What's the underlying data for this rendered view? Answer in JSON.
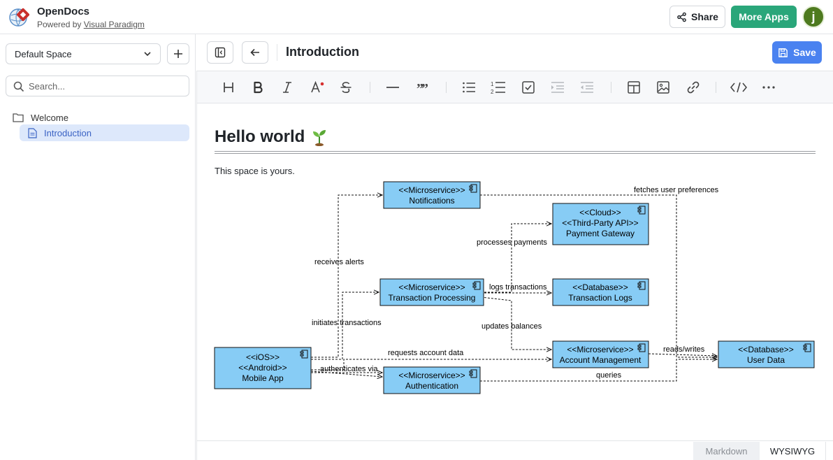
{
  "header": {
    "app_name": "OpenDocs",
    "powered_prefix": "Powered by ",
    "powered_link": "Visual Paradigm",
    "share_label": "Share",
    "more_apps_label": "More Apps",
    "avatar_initial": "j",
    "accent_green": "#2aa67a",
    "avatar_color": "#4e7a1f"
  },
  "sidebar": {
    "space_select": "Default Space",
    "search_placeholder": "Search...",
    "tree": [
      {
        "label": "Welcome",
        "type": "folder"
      },
      {
        "label": "Introduction",
        "type": "document",
        "selected": true
      }
    ]
  },
  "editor": {
    "title": "Introduction",
    "save_label": "Save",
    "save_color": "#4a82f0",
    "toolbar_icons": [
      "heading-icon",
      "bold-icon",
      "italic-icon",
      "text-color-icon",
      "strikethrough-icon",
      "horizontal-rule-icon",
      "quote-icon",
      "bullet-list-icon",
      "numbered-list-icon",
      "task-list-icon",
      "indent-icon",
      "outdent-icon",
      "table-icon",
      "image-icon",
      "link-icon",
      "code-icon",
      "more-icon"
    ],
    "heading": "Hello world",
    "heading_emoji": "🌱",
    "paragraph": "This space is yours.",
    "modes": {
      "markdown": "Markdown",
      "wysiwyg": "WYSIWYG",
      "active": "WYSIWYG"
    }
  },
  "diagram": {
    "box_color": "#87ccf5",
    "components": {
      "notifications": [
        "<<Microservice>>",
        "Notifications"
      ],
      "payment_gateway": [
        "<<Cloud>>",
        "<<Third-Party API>>",
        "Payment Gateway"
      ],
      "transaction_processing": [
        "<<Microservice>>",
        "Transaction Processing"
      ],
      "transaction_logs": [
        "<<Database>>",
        "Transaction Logs"
      ],
      "mobile_app": [
        "<<iOS>>",
        "<<Android>>",
        "Mobile App"
      ],
      "account_management": [
        "<<Microservice>>",
        "Account Management"
      ],
      "user_data": [
        "<<Database>>",
        "User Data"
      ],
      "authentication": [
        "<<Microservice>>",
        "Authentication"
      ]
    },
    "connectors": {
      "fetches_user_preferences": "fetches user preferences",
      "processes_payments": "processes payments",
      "receives_alerts": "receives alerts",
      "logs_transactions": "logs transactions",
      "initiates_transactions": "initiates transactions",
      "updates_balances": "updates balances",
      "requests_account_data": "requests account data",
      "reads_writes": "reads/writes",
      "authenticates_via": "authenticates via",
      "queries": "queries"
    }
  }
}
